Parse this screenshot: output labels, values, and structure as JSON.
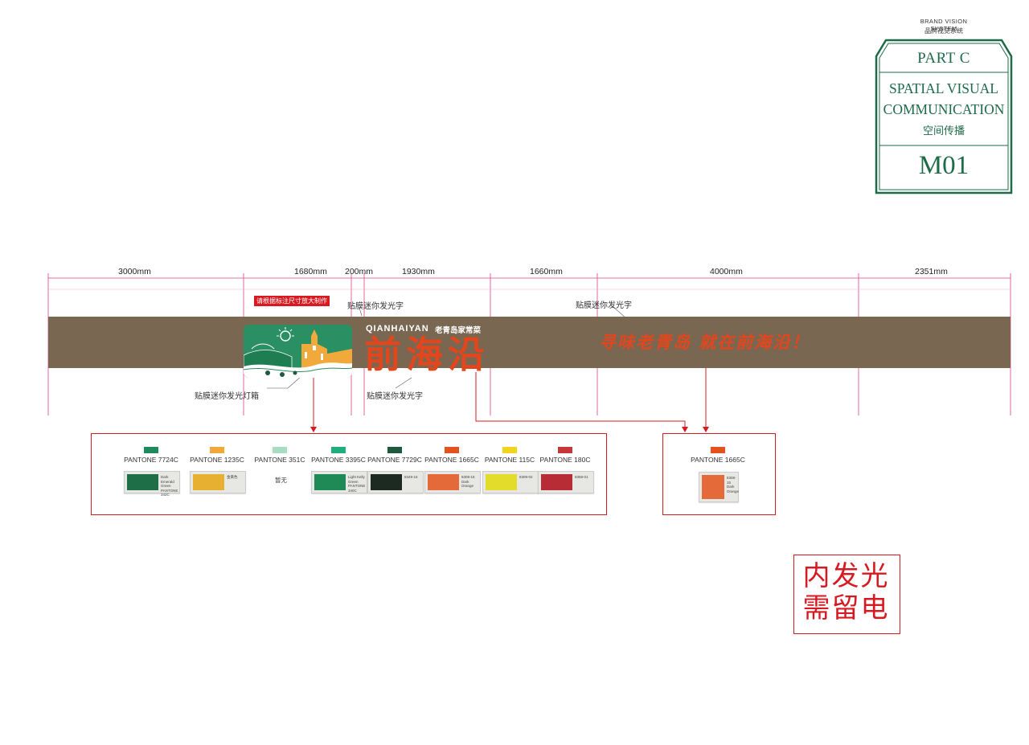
{
  "header": {
    "brand_vision_en": "BRAND VISION SYSTEM",
    "brand_vision_cn": "品牌视觉系统",
    "part": "PART C",
    "section_en_line1": "SPATIAL VISUAL",
    "section_en_line2": "COMMUNICATION",
    "section_cn": "空间传播",
    "code": "M01"
  },
  "dimensions": [
    "3000mm",
    "1680mm",
    "200mm",
    "1930mm",
    "1660mm",
    "4000mm",
    "2351mm"
  ],
  "notes": {
    "red_tag": "请根据标注尺寸放大制作",
    "film_mini_letters_top_left": "贴膜迷你发光字",
    "film_mini_letters_top_right": "贴膜迷你发光字",
    "film_light_box": "贴膜迷你发光灯箱",
    "film_mini_letters_bottom": "贴膜迷你发光字"
  },
  "signage": {
    "brand_pinyin": "QIANHAIYAN",
    "brand_tagline": "老青岛家常菜",
    "brand_name": "前海沿",
    "slogan": "寻味老青岛 就在前海沿！"
  },
  "colors": {
    "band": "#7a6752",
    "accent_red": "#d71a21",
    "brand_orange": "#e2461d",
    "badge_green": "#1e6b4a"
  },
  "swatches_left": [
    {
      "name": "PANTONE 7724C",
      "chip": "#1f8a5c",
      "sample": "#1e6e48",
      "sample_text": "Dark Emerald Green\nPANTONE 342C"
    },
    {
      "name": "PANTONE 1235C",
      "chip": "#f2a93b",
      "sample": "#e8b030",
      "sample_text": "金黄色"
    },
    {
      "name": "PANTONE 351C",
      "chip": "#a6dcc0",
      "sample": null,
      "sample_text": "暂无"
    },
    {
      "name": "PANTONE 3395C",
      "chip": "#1fae7c",
      "sample": "#1f8a56",
      "sample_text": "Light Kelly Green\nPANTONE 340C"
    },
    {
      "name": "PANTONE 7729C",
      "chip": "#1d5a3d",
      "sample": "#1c2a22",
      "sample_text": "8349-16"
    },
    {
      "name": "PANTONE 1665C",
      "chip": "#e2531f",
      "sample": "#e56a3a",
      "sample_text": "8308-15\nDark Orange"
    },
    {
      "name": "PANTONE 115C",
      "chip": "#f2d41c",
      "sample": "#e4dc2a",
      "sample_text": "8309-02"
    },
    {
      "name": "PANTONE 180C",
      "chip": "#c7373a",
      "sample": "#b82c36",
      "sample_text": "8358-01"
    }
  ],
  "swatch_right": {
    "name": "PANTONE 1665C",
    "chip": "#e2531f",
    "sample": "#e56a3a",
    "sample_text": "8308-15\nDark Orange"
  },
  "power_note": {
    "line1": "内发光",
    "line2": "需留电"
  }
}
